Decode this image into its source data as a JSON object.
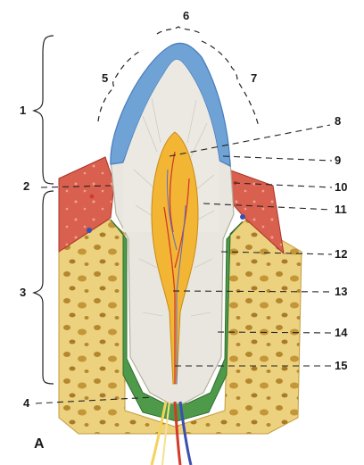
{
  "figure_label": "A",
  "labels": {
    "l1": "1",
    "l2": "2",
    "l3": "3",
    "l4": "4",
    "l5": "5",
    "l6": "6",
    "l7": "7",
    "l8": "8",
    "l9": "9",
    "l10": "10",
    "l11": "11",
    "l12": "12",
    "l13": "13",
    "l14": "14",
    "l15": "15"
  },
  "colors": {
    "enamel": "#6fa3d6",
    "enamel_dark": "#4b7fbf",
    "dentin": "#e8e6df",
    "pulp": "#f2b634",
    "gum": "#c9453a",
    "gum_light": "#e6877a",
    "periodontal": "#4e9a4a",
    "bone": "#ecd27e",
    "bone_spot": "#b5872f",
    "artery": "#d23a2a",
    "vein": "#3b4fb0",
    "nerve": "#f4d35a"
  }
}
